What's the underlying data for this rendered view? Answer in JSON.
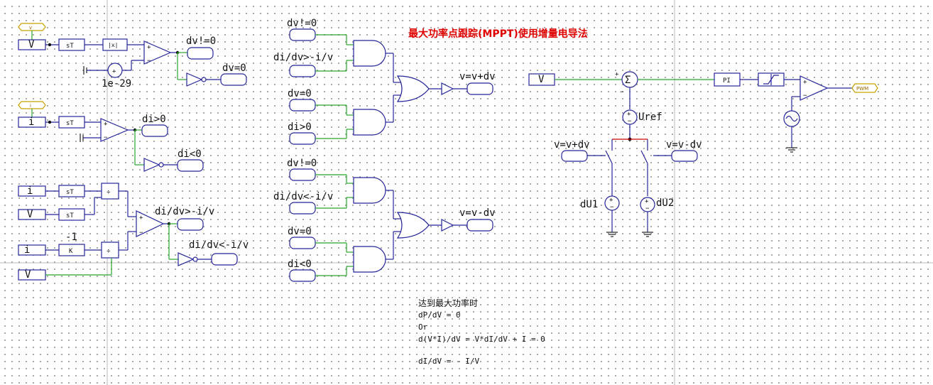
{
  "title": "最大功率点跟踪(MPPT)使用增量电导法",
  "inputs": {
    "v_port": "v",
    "i_port": "i",
    "v_label_top": "V",
    "i_label_top": "i",
    "i_label_2": "i",
    "v_label_2": "V",
    "i_label_3": "i",
    "v_label_3": "V",
    "V_right": "V"
  },
  "blocks": {
    "st": "sT",
    "abs": "|x|",
    "gain": "K",
    "gain_value": "-1",
    "div": "÷",
    "pi": "PI",
    "const_value": "1e-29"
  },
  "signals": {
    "dv_ne_0": "dv!=0",
    "dv_eq_0": "dv=0",
    "di_gt_0": "di>0",
    "di_lt_0": "di<0",
    "didv_gt": "di/dv>-i/v",
    "didv_lt": "di/dv<-i/v",
    "v_plus": "v=v+dv",
    "v_minus": "v=v-dv"
  },
  "logic_labels": {
    "a1": "dv!=0",
    "a2": "di/dv>-i/v",
    "a3": "dv=0",
    "a4": "di>0",
    "b1": "dv!=0",
    "b2": "di/dv<-i/v",
    "b3": "dv=0",
    "b4": "di<0",
    "out1": "v=v+dv",
    "out2": "v=v-dv"
  },
  "control": {
    "uref": "Uref",
    "du1": "dU1",
    "du2": "dU2",
    "sw1": "v=v+dv",
    "sw2": "v=v-dv",
    "pwm": "PWM"
  },
  "note": {
    "line1": "达到最大功率时",
    "line2": "dP/dV = 0",
    "line3": "Or",
    "line4": "d(V*I)/dV = V*dI/dV + I = 0",
    "line5": "dI/dV = - I/V"
  }
}
